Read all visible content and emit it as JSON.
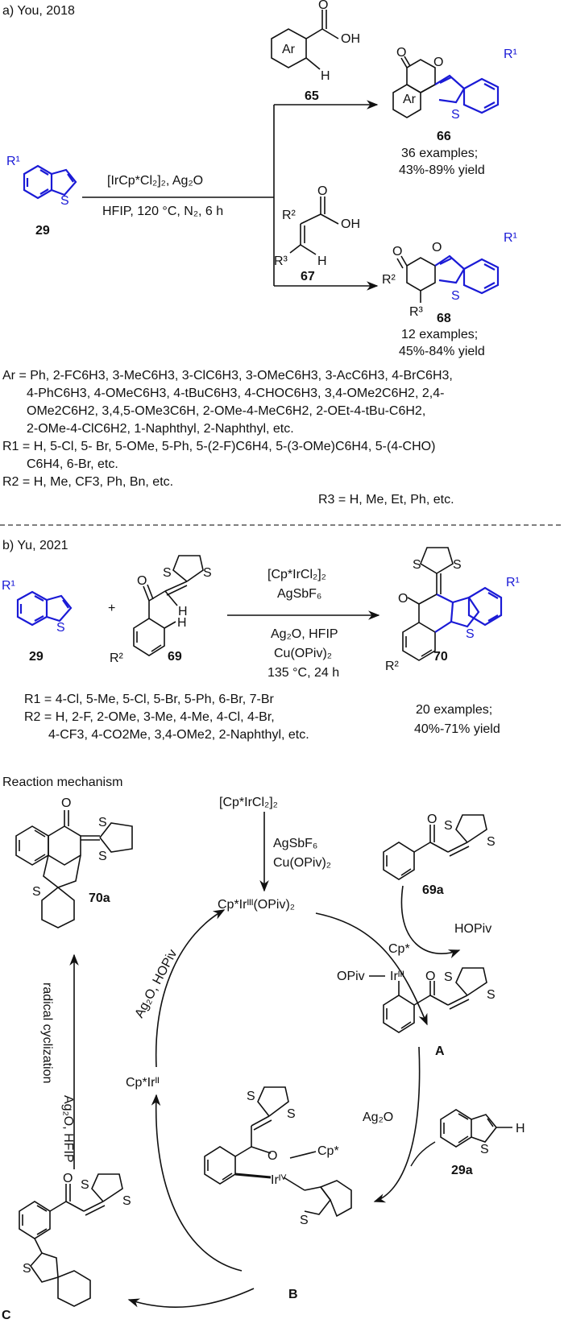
{
  "partA": {
    "heading": "a) You, 2018",
    "start": {
      "label": "29",
      "substituent": "R¹"
    },
    "reagents_top": "[IrCp*Cl₂]₂, Ag₂O",
    "reagents_bottom": "HFIP, 120 °C, N₂, 6 h",
    "acid_65": {
      "label": "65",
      "ring": "Ar",
      "oh": "OH",
      "h": "H"
    },
    "acid_67": {
      "label": "67",
      "r2": "R²",
      "r3": "R³",
      "oh": "OH",
      "h": "H"
    },
    "product_66": {
      "label": "66",
      "ring": "Ar",
      "o": "O",
      "s": "S",
      "r1": "R¹",
      "examples": "36 examples;",
      "yield": "43%-89% yield"
    },
    "product_68": {
      "label": "68",
      "r1": "R¹",
      "r2": "R²",
      "r3": "R³",
      "o": "O",
      "s": "S",
      "examples": "12 examples;",
      "yield": "45%-84% yield"
    },
    "scope": {
      "ar_lines": [
        "Ar  = Ph, 2-FC6H3, 3-MeC6H3, 3-ClC6H3, 3-OMeC6H3, 3-AcC6H3, 4-BrC6H3,",
        "4-PhC6H3, 4-OMeC6H3, 4-tBuC6H3, 4-CHOC6H3, 3,4-OMe2C6H2, 2,4-",
        "OMe2C6H2, 3,4,5-OMe3C6H, 2-OMe-4-MeC6H2, 2-OEt-4-tBu-C6H2,",
        "2-OMe-4-ClC6H2, 1-Naphthyl, 2-Naphthyl, etc."
      ],
      "r1_lines": [
        "R1 = H, 5-Cl, 5- Br, 5-OMe, 5-Ph, 5-(2-F)C6H4, 5-(3-OMe)C6H4, 5-(4-CHO)",
        "C6H4, 6-Br, etc."
      ],
      "r2_line": "R2 = H, Me, CF3, Ph, Bn, etc.",
      "r3_line": "R3 = H, Me, Et, Ph, etc."
    }
  },
  "partB": {
    "heading": "b) Yu, 2021",
    "start_label": "29",
    "start_sub": "R¹",
    "plus": "+",
    "reagent_69": {
      "label": "69",
      "r2": "R²",
      "o": "O",
      "h": "H",
      "s": "S"
    },
    "conditions": [
      "[Cp*IrCl₂]₂",
      "AgSbF₆",
      "Ag₂O, HFIP",
      "Cu(OPiv)₂",
      "135 °C, 24 h"
    ],
    "product_70": {
      "label": "70",
      "r1": "R¹",
      "r2": "R²",
      "o": "O",
      "s": "S"
    },
    "scope_r1": "R1 = 4-Cl, 5-Me, 5-Cl, 5-Br, 5-Ph, 6-Br, 7-Br",
    "scope_r2_lines": [
      "R2 = H, 2-F, 2-OMe, 3-Me, 4-Me, 4-Cl, 4-Br,",
      "4-CF3, 4-CO2Me, 3,4-OMe2, 2-Naphthyl, etc."
    ],
    "examples": "20 examples;",
    "yield": "40%-71% yield"
  },
  "mechanism": {
    "heading": "Reaction mechanism",
    "precatalyst": "[Cp*IrCl₂]₂",
    "activation": [
      "AgSbF₆",
      "Cu(OPiv)₂"
    ],
    "catalyst": "Cp*Irᴵᴵᴵ(OPiv)₂",
    "substrate_label": "69a",
    "hopiv_out": "HOPiv",
    "intermediate_A": {
      "label": "A",
      "cp": "Cp*",
      "ir": "Irᴵᴵᴵ",
      "opiv": "OPiv",
      "o": "O"
    },
    "ag2o_step": "Ag₂O",
    "benzothiophene_label": "29a",
    "bt_h": "H",
    "intermediate_B": {
      "label": "B",
      "cp": "Cp*",
      "ir": "Irᴵⱽ",
      "o": "O"
    },
    "intermediate_C": {
      "label": "C",
      "o": "O"
    },
    "ir_ii": "Cp*Irᴵᴵ",
    "reox": "Ag₂O, HOPiv",
    "cyclization": [
      "Ag₂O, HFIP",
      "radical cyclization"
    ],
    "product_label": "70a",
    "product_o": "O",
    "s_atom": "S"
  },
  "colors": {
    "highlight": "#1a1ad6",
    "ink": "#111111",
    "divider": "#333333"
  }
}
